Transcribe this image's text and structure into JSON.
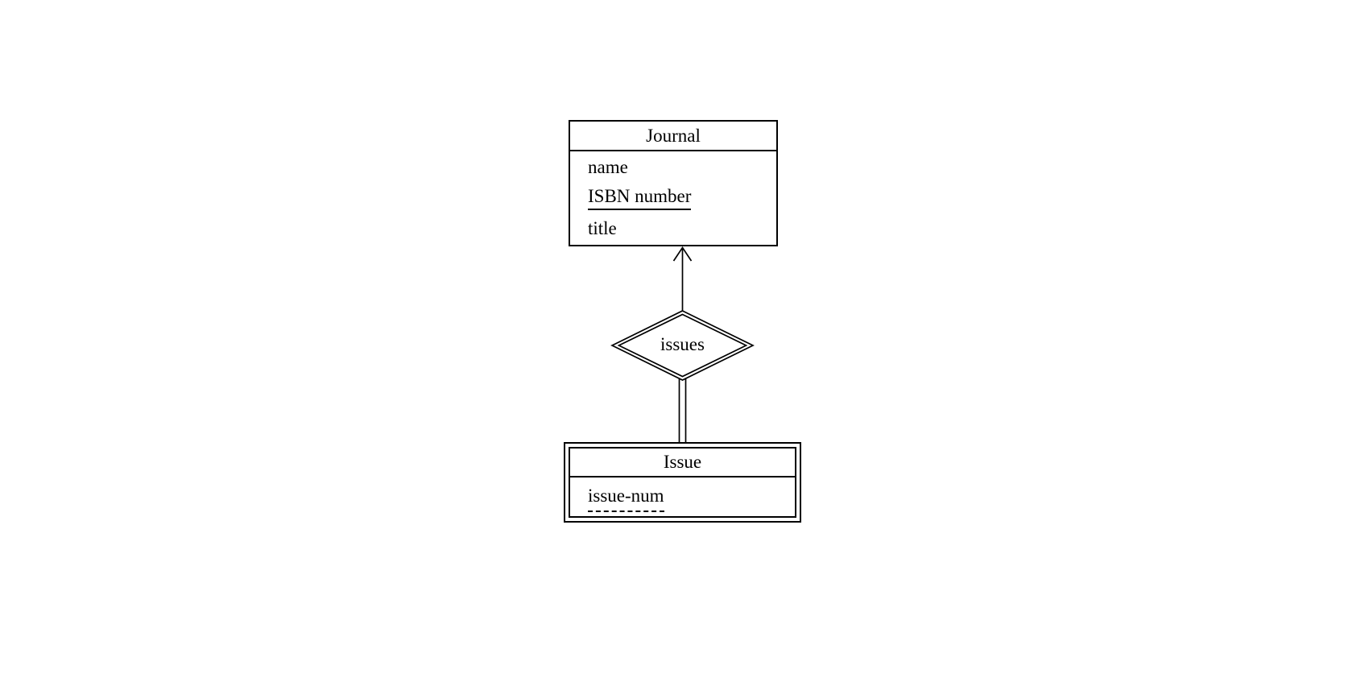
{
  "colors": {
    "line": "#000000",
    "background": "#ffffff"
  },
  "entities": {
    "journal": {
      "title": "Journal",
      "kind": "strong",
      "attributes": [
        {
          "label": "name",
          "underline": "none"
        },
        {
          "label": "ISBN number",
          "underline": "solid"
        },
        {
          "label": "title",
          "underline": "none"
        }
      ]
    },
    "issue": {
      "title": "Issue",
      "kind": "weak",
      "attributes": [
        {
          "label": "issue-num",
          "underline": "dashed"
        }
      ]
    }
  },
  "relationship": {
    "label": "issues",
    "kind": "identifying-double-diamond"
  },
  "connections": [
    {
      "from": "issues",
      "to": "Journal",
      "style": "line-with-open-arrowhead"
    },
    {
      "from": "issues",
      "to": "Issue",
      "style": "double-line"
    }
  ]
}
